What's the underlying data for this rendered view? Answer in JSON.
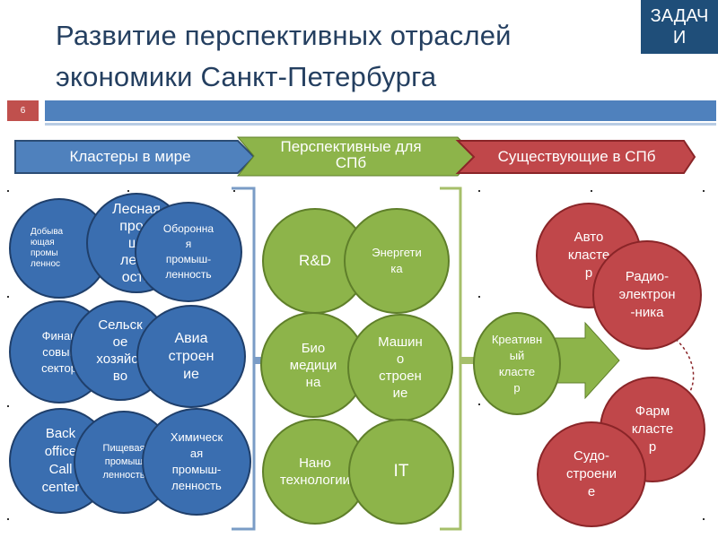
{
  "slide": {
    "badge": "ЗАДАЧ\nИ",
    "title_line1": "Развитие перспективных отраслей",
    "title_line2": "экономики Санкт-Петербурга",
    "slide_number": "6"
  },
  "headers": {
    "world": "Кластеры  в мире",
    "perspective": "Перспективные для\nСПб",
    "existing": "Существующие в СПб"
  },
  "world_clusters": [
    {
      "label": "Добыва\nющая\nпромы\nленнос"
    },
    {
      "label": "Лесная\nпром\nш-\nленн\nость"
    },
    {
      "label": "Оборонна\nя\nпромыш-\nленность"
    },
    {
      "label": "Финан\nсовый\nсектор"
    },
    {
      "label": "Сельск\nое\nхозяйст\nво"
    },
    {
      "label": "Авиа\nстроен\nие"
    },
    {
      "label": "Back\noffice\nCall\ncenter"
    },
    {
      "label": "Пищевая\nпромыш\nленность"
    },
    {
      "label": "Химическ\nая\nпромыш-\nленность"
    }
  ],
  "perspective_clusters": [
    {
      "label": "R&D"
    },
    {
      "label": "Энергети\nка"
    },
    {
      "label": "Био\nмедици\nна"
    },
    {
      "label": "Машин\nо\nстроен\nие"
    },
    {
      "label": "Нано\nтехнологии"
    },
    {
      "label": "IT"
    }
  ],
  "existing_clusters": [
    {
      "label": "Креативн\nый\nкласте\nр"
    },
    {
      "label": "Авто\nкласте\nр"
    },
    {
      "label": "Радио-\nэлектрон\n-ника"
    },
    {
      "label": "Фарм\nкласте\nр"
    },
    {
      "label": "Судо-\nстроени\nе"
    }
  ],
  "colors": {
    "blue": "#3a6eb0",
    "green": "#8db44a",
    "red": "#c0474a",
    "title": "#243f60",
    "accent": "#c0504d"
  }
}
